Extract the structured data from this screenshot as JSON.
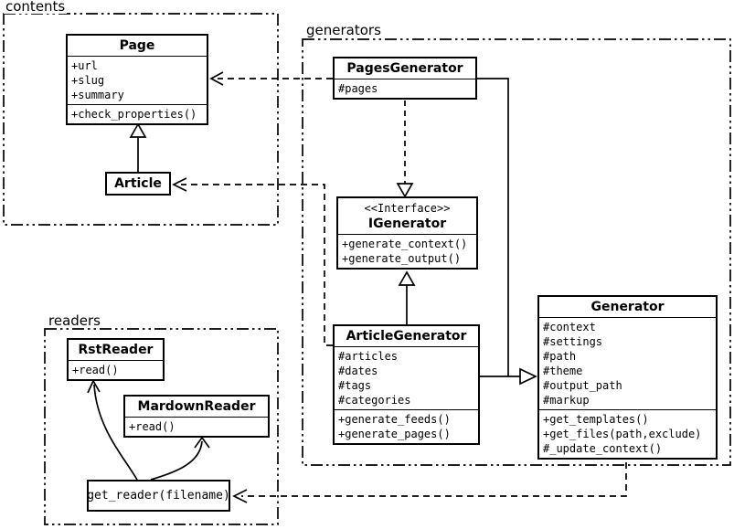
{
  "packages": {
    "contents": "contents",
    "generators": "generators",
    "readers": "readers"
  },
  "classes": {
    "page": {
      "title": "Page",
      "attrs": [
        "+url",
        "+slug",
        "+summary"
      ],
      "methods": [
        "+check_properties()"
      ]
    },
    "article": {
      "title": "Article"
    },
    "pagesGenerator": {
      "title": "PagesGenerator",
      "attrs": [
        "#pages"
      ]
    },
    "igenerator": {
      "stereotype": "<<Interface>>",
      "title": "IGenerator",
      "methods": [
        "+generate_context()",
        "+generate_output()"
      ]
    },
    "articleGenerator": {
      "title": "ArticleGenerator",
      "attrs": [
        "#articles",
        "#dates",
        "#tags",
        "#categories"
      ],
      "methods": [
        "+generate_feeds()",
        "+generate_pages()"
      ]
    },
    "generator": {
      "title": "Generator",
      "attrs": [
        "#context",
        "#settings",
        "#path",
        "#theme",
        "#output_path",
        "#markup"
      ],
      "methods": [
        "+get_templates()",
        "+get_files(path,exclude)",
        "#_update_context()"
      ]
    },
    "rstReader": {
      "title": "RstReader",
      "methods": [
        "+read()"
      ]
    },
    "markdownReader": {
      "title": "MardownReader",
      "methods": [
        "+read()"
      ]
    },
    "getReader": {
      "label": "get_reader(filename)"
    }
  },
  "colors": {
    "line": "#000000",
    "background": "#ffffff"
  }
}
